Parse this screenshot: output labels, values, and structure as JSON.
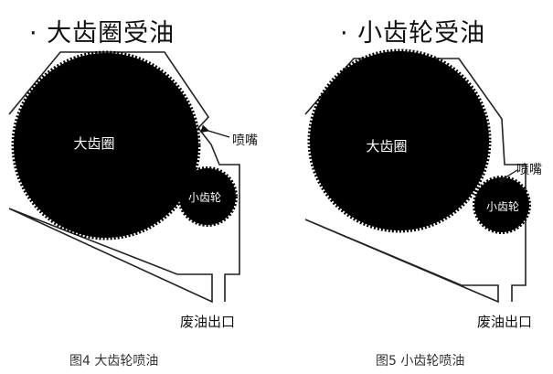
{
  "figures": [
    {
      "heading": "· 大齿圈受油",
      "big_gear_label": "大齿圈",
      "small_gear_label": "小齿轮",
      "nozzle_label": "喷嘴",
      "outlet_label": "废油出口",
      "caption": "图4 大齿轮喷油"
    },
    {
      "heading": "· 小齿轮受油",
      "big_gear_label": "大齿圈",
      "small_gear_label": "小齿轮",
      "nozzle_label": "喷嘴",
      "outlet_label": "废油出口",
      "caption": "图5  小齿轮喷油"
    }
  ]
}
